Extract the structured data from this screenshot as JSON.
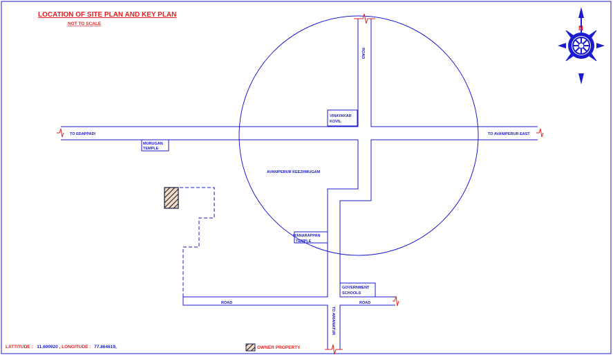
{
  "header": {
    "title": "LOCATION OF SITE PLAN AND KEY PLAN",
    "subtitle": "NOT TO SCALE"
  },
  "labels": {
    "road_north": "ROAD",
    "to_edappadi": "TO EDAPPADI",
    "to_avaniperur_east": "TO AVANIPERUR EAST",
    "vinayakar_line1": "VINAYAKAR",
    "vinayakar_line2": "KOVIL",
    "murugan_line1": "MURUGAN",
    "murugan_line2": "TEMPLE",
    "village": "AVANIPERUR KEEZHMUGAM",
    "iyanarappan_line1": "IYANARAPPAN",
    "iyanarappan_line2": "TEMPLE",
    "govt_line1": "GOVERNMENT",
    "govt_line2": "SCHOOLS",
    "road_bottom_left": "ROAD",
    "road_bottom_right": "ROAD",
    "to_ariyanatur": "TO ARIANATUR"
  },
  "footer": {
    "lat_label": "LATTITUDE :",
    "lat_value": "11.600920",
    "lon_label": ", LONGITUDE :",
    "lon_value": "77.864619,",
    "legend_owner": "OWNER PROPERTY"
  },
  "compass": {
    "north": "N"
  },
  "colors": {
    "line": "#1a1ad0",
    "accent": "#e02020",
    "background": "#ffffff"
  }
}
